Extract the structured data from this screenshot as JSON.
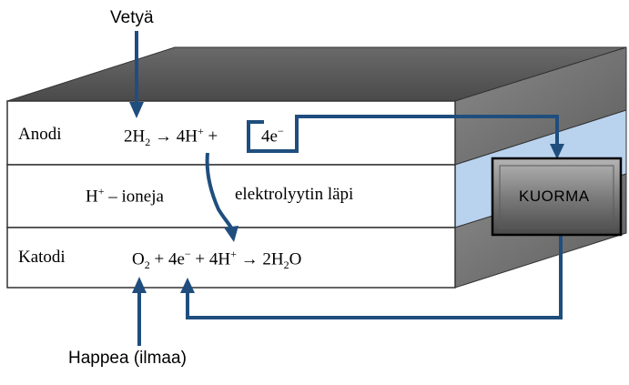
{
  "labels": {
    "hydrogen": "Vetyä",
    "oxygen": "Happea (ilmaa)",
    "load": "KUORMA"
  },
  "anode": {
    "name": "Anodi",
    "reaction_left": "2H",
    "reaction_left_sub": "2",
    "reaction_arrow": "→",
    "reaction_right": "4H",
    "reaction_right_sup": "+",
    "plus": "+",
    "electrons": "4e",
    "electrons_sup": "−"
  },
  "electrolyte": {
    "ion": "H",
    "ion_sup": "+",
    "text1": "– ioneja",
    "text2": "elektrolyytin läpi"
  },
  "cathode": {
    "name": "Katodi",
    "o2": "O",
    "o2_sub": "2",
    "plus1": "+",
    "electrons": "4e",
    "electrons_sup": "−",
    "plus2": "+",
    "protons": "4H",
    "protons_sup": "+",
    "arrow": "→",
    "water": "2H",
    "water_sub": "2",
    "water_o": "O"
  },
  "colors": {
    "flow": "#1f4e7e",
    "top_face": "#5f5f5f",
    "side_face": "#7a7a7a",
    "electrolyte_side": "#b9d3ee",
    "load_box": "#8a8a8a"
  }
}
